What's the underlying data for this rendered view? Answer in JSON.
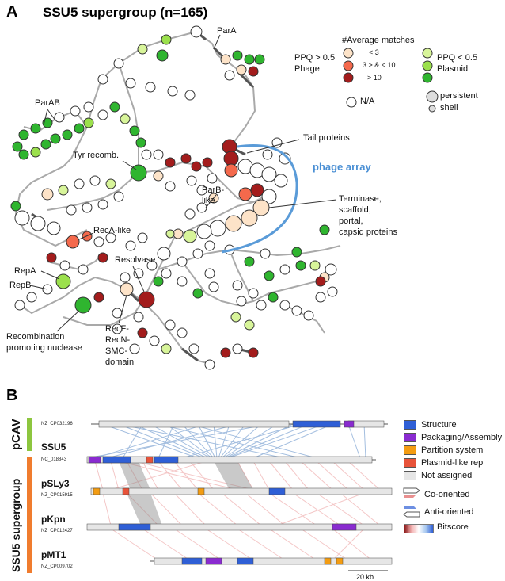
{
  "panel_a": {
    "letter": "A",
    "title": "SSU5 supergroup (n=165)",
    "node_labels": {
      "parA": "ParA",
      "parAB": "ParAB",
      "tyr": "Tyr recomb.",
      "tail": "Tail proteins",
      "phage_array": "phage array",
      "parb1": "ParB-",
      "parb2": "like",
      "term1": "Terminase,",
      "term2": "scaffold,",
      "term3": "portal,",
      "term4": "capsid proteins",
      "reca": "RecA-like",
      "resolvase": "Resolvase",
      "repa": "RepA",
      "repb": "RepB",
      "recf1": "RecF-",
      "recf2": "RecN-",
      "recf3": "SMC-",
      "recf4": "domain",
      "recomb1": "Recombination",
      "recomb2": "promoting nuclease"
    },
    "legend": {
      "heading": "#Average matches",
      "ppq_high": "PPQ > 0.5",
      "phage": "Phage",
      "ppq_low": "PPQ < 0.5",
      "plasmid": "Plasmid",
      "lt3": "< 3",
      "mid": "3 > & < 10",
      "gt10": "> 10",
      "na": "N/A",
      "persistent": "persistent",
      "shell": "shell"
    },
    "colors": {
      "phage_low": "#fde3c8",
      "phage_mid": "#f4694c",
      "phage_high": "#a31c1c",
      "plasmid_low": "#d8f59a",
      "plasmid_mid": "#9be04c",
      "plasmid_high": "#2fb52f",
      "na": "#ffffff"
    }
  },
  "panel_b": {
    "letter": "B",
    "groups": {
      "pcav": "pCAV",
      "supergroup": "SSU5 supergroup"
    },
    "plasmids": [
      {
        "name": "",
        "accession": "NZ_CP032196"
      },
      {
        "name": "SSU5",
        "accession": "NC_018843"
      },
      {
        "name": "pSLy3",
        "accession": "NZ_CP015915"
      },
      {
        "name": "pKpn",
        "accession": "NZ_CP012427"
      },
      {
        "name": "pMT1",
        "accession": "NZ_CP009702"
      }
    ],
    "legend": {
      "structure": "Structure",
      "packaging": "Packaging/Assembly",
      "partition": "Partition system",
      "plasmid_rep": "Plasmid-like rep",
      "not_assigned": "Not assigned",
      "co": "Co-oriented",
      "anti": "Anti-oriented",
      "bitscore": "Bitscore"
    },
    "scale": "20 kb",
    "colors": {
      "structure": "#2f5fd6",
      "packaging": "#8a2bd0",
      "partition": "#f39c12",
      "plasmid_rep": "#e8533a",
      "not_assigned": "#e6e6e6",
      "pcav_bar": "#8dc63f",
      "supergroup_bar": "#f07c2e"
    }
  }
}
